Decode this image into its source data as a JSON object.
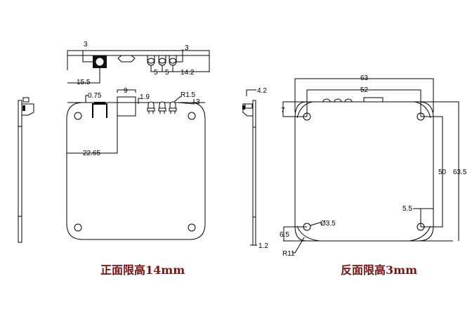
{
  "front_view": {
    "caption": "正面限高14mm",
    "top_dims": {
      "offset_left": "3",
      "offset_right": "3",
      "pitch_1": "5",
      "pitch_2": "5",
      "edge_to_led": "14.2",
      "edge_to_connector": "15.5"
    },
    "plan_dims": {
      "bevel": "0.75",
      "component_width": "9",
      "component_gap": "1.9",
      "led_radius": "R1.5",
      "right_offset": "3",
      "component_position": "22.65"
    }
  },
  "back_view": {
    "caption": "反面限高3mm",
    "side_dims": {
      "top_height": "4.2",
      "bottom_height": "1.2"
    },
    "plan_dims": {
      "overall_width": "63",
      "hole_spacing_x": "52",
      "top_hole_offset": "7",
      "hole_spacing_y": "50",
      "overall_height": "63.5",
      "hole_edge_offset_right": "5.5",
      "hole_edge_offset_bottom": "6.5",
      "hole_diameter": "Ø3.5",
      "corner_radius": "R11"
    }
  },
  "colors": {
    "line": "#000000",
    "caption": "#7a1010"
  }
}
